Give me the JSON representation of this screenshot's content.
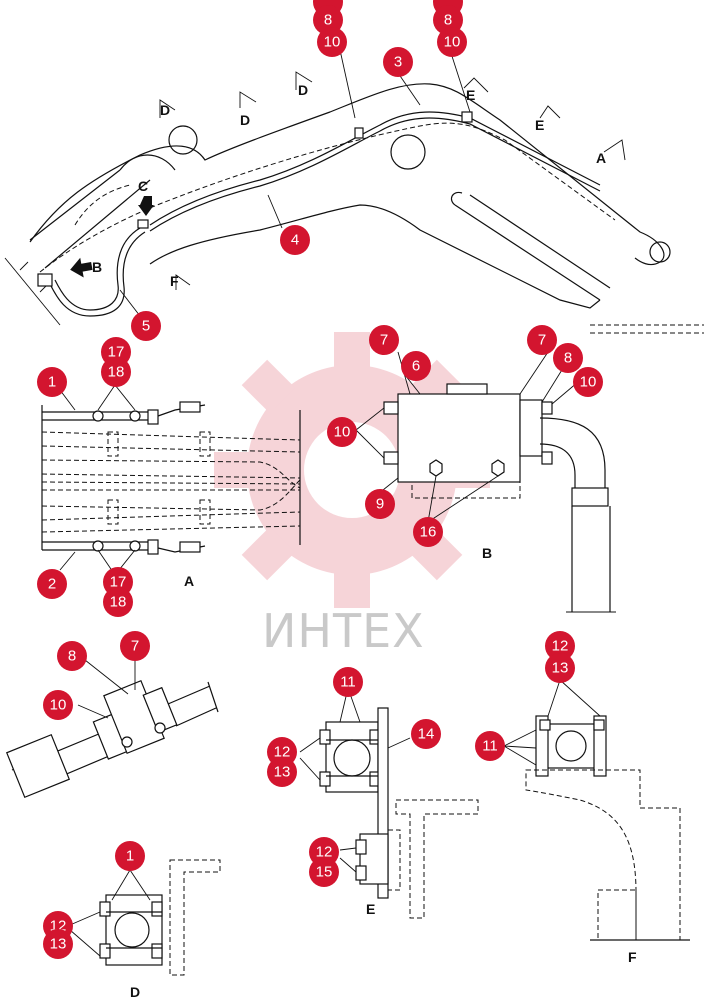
{
  "watermark": {
    "text": "ИНТЕХ",
    "color": "#d3152f"
  },
  "callout_color": "#d3152f",
  "view_labels": {
    "A": "A",
    "B": "B",
    "C": "C",
    "D": "D",
    "E": "E",
    "F": "F"
  },
  "callouts": {
    "top_8a": "8",
    "top_10a": "10",
    "top_8b": "8",
    "top_10b": "10",
    "top_3": "3",
    "top_4": "4",
    "top_5": "5",
    "a_17": "17",
    "a_1": "1",
    "a_18": "18",
    "a_2": "2",
    "a_17b": "17",
    "a_18b": "18",
    "b_7a": "7",
    "b_6": "6",
    "b_7b": "7",
    "b_8": "8",
    "b_10a": "10",
    "b_10b": "10",
    "b_9": "9",
    "b_16": "16",
    "c_8": "8",
    "c_7": "7",
    "c_10": "10",
    "e_11": "11",
    "e_14": "14",
    "e_12a": "12",
    "e_13a": "13",
    "e_12b": "12",
    "e_15": "15",
    "f_12": "12",
    "f_13": "13",
    "f_11": "11",
    "d_1": "1",
    "d_12": "12",
    "d_13": "13"
  }
}
